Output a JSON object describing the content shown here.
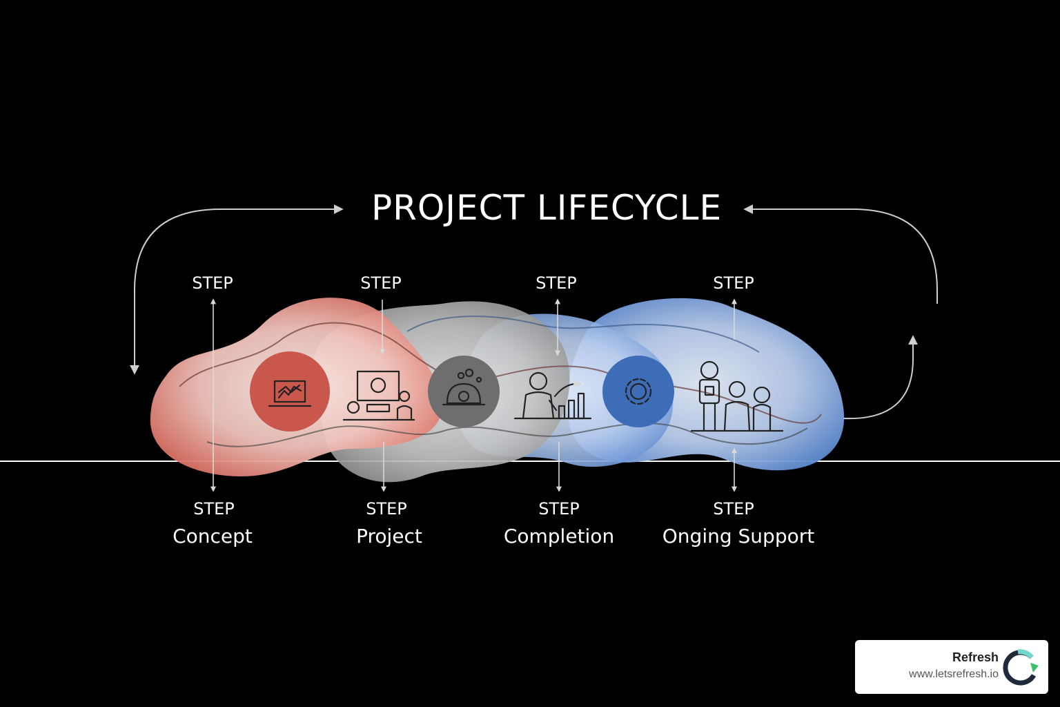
{
  "title": "PROJECT LIFECYCLE",
  "steps": [
    {
      "top_label": "STEP",
      "bottom_label": "STEP",
      "name": "Concept",
      "icon": "laptop-chart-icon"
    },
    {
      "top_label": "STEP",
      "bottom_label": "STEP",
      "name": "Project",
      "icon": "team-workstation-icon"
    },
    {
      "top_label": "STEP",
      "bottom_label": "STEP",
      "name": "Completion",
      "icon": "presenter-growth-icon"
    },
    {
      "top_label": "STEP",
      "bottom_label": "STEP",
      "name": "Onging Support",
      "icon": "family-support-icon"
    }
  ],
  "connector_icons": [
    "gauge-icon",
    "gear-icon"
  ],
  "colors": {
    "background": "#000000",
    "concept": "#d4685c",
    "project": "#9a9a9a",
    "completion": "#6f9ad6",
    "support": "#4f7fc9",
    "text": "#ffffff"
  },
  "brand": {
    "name": "Refresh",
    "url": "www.letsrefresh.io",
    "logo_icon": "refresh-ring-logo"
  }
}
